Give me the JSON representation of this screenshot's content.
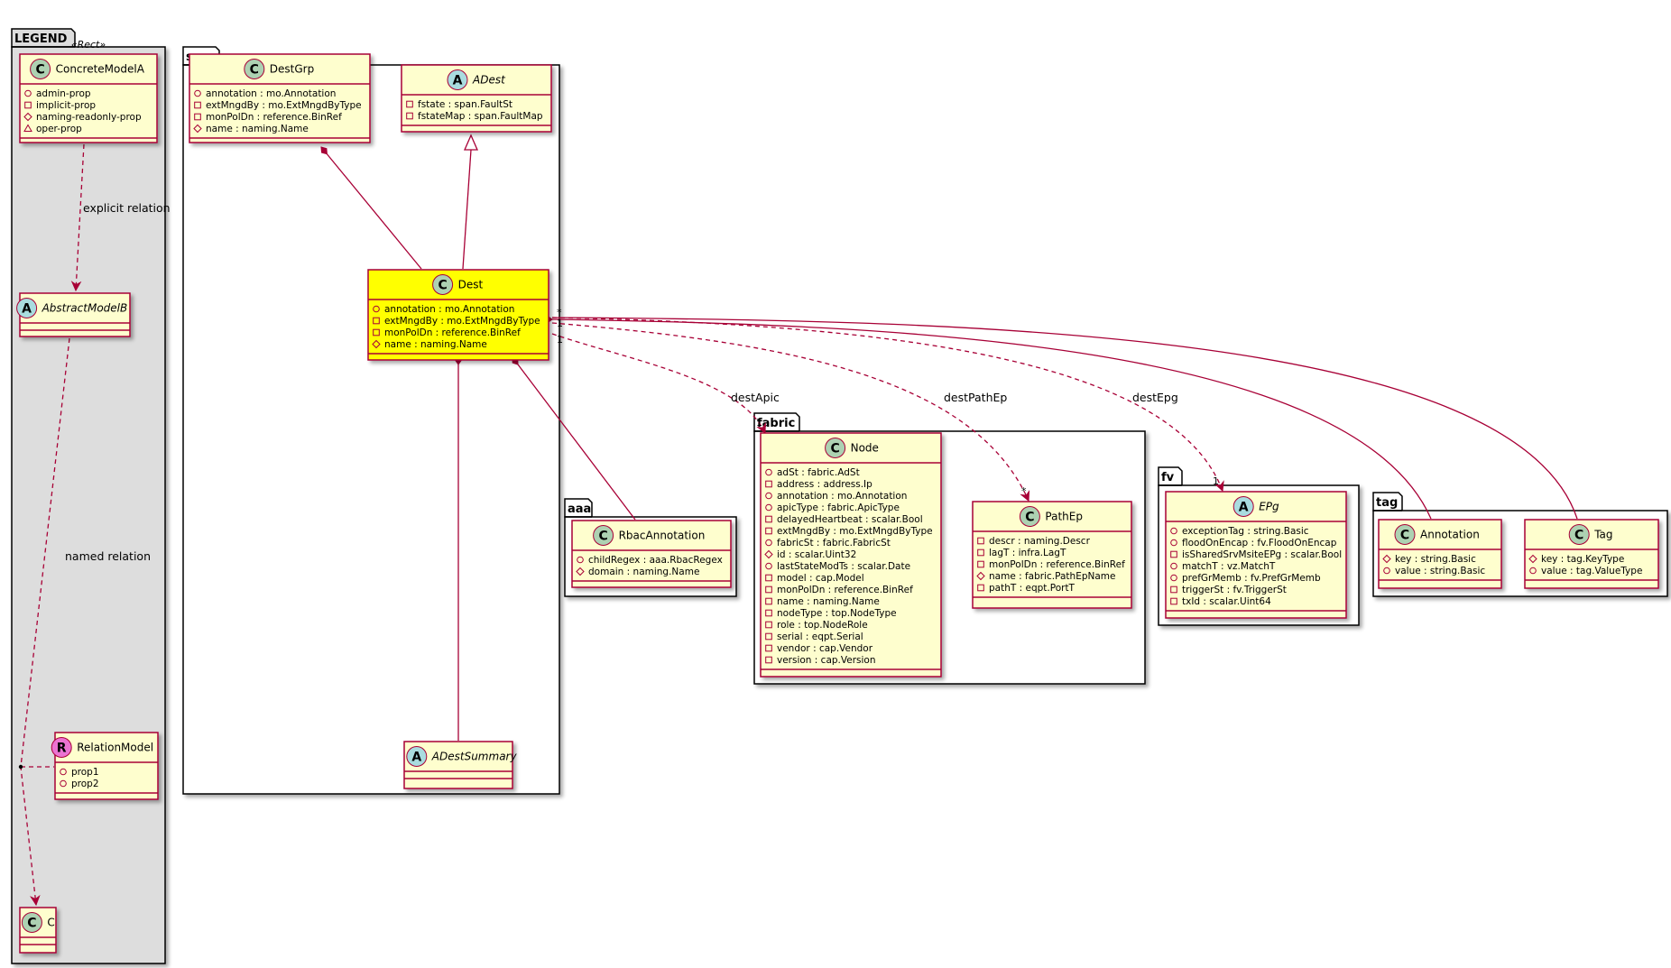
{
  "colors": {
    "class_fill": "#FEFECE",
    "class_border": "#A80036",
    "highlight_fill": "#FFFF00",
    "legend_fill": "#DDDDDD",
    "circle_class": "#ADD1B2",
    "circle_abstract": "#A9DCDF",
    "circle_relation": "#EB73D2",
    "edge": "#A80036"
  },
  "packages": {
    "legend": {
      "label": "LEGEND",
      "stereotype": "«Rect»"
    },
    "span": {
      "label": "span"
    },
    "aaa": {
      "label": "aaa"
    },
    "fabric": {
      "label": "fabric"
    },
    "fv": {
      "label": "fv"
    },
    "tag": {
      "label": "tag"
    }
  },
  "classes": {
    "concrete_model_a": {
      "name": "ConcreteModelA",
      "kind": "C",
      "attrs": [
        {
          "vis": "+",
          "text": "admin-prop"
        },
        {
          "vis": "-",
          "text": "implicit-prop"
        },
        {
          "vis": "#",
          "text": "naming-readonly-prop"
        },
        {
          "vis": "~",
          "text": "oper-prop"
        }
      ]
    },
    "abstract_model_b": {
      "name": "AbstractModelB",
      "kind": "A",
      "attrs": []
    },
    "relation_model": {
      "name": "RelationModel",
      "kind": "R",
      "attrs": [
        {
          "vis": "+",
          "text": "prop1"
        },
        {
          "vis": "+",
          "text": "prop2"
        }
      ]
    },
    "c": {
      "name": "C",
      "kind": "C",
      "attrs": []
    },
    "dest_grp": {
      "name": "DestGrp",
      "kind": "C",
      "attrs": [
        {
          "vis": "+",
          "text": "annotation : mo.Annotation"
        },
        {
          "vis": "-",
          "text": "extMngdBy : mo.ExtMngdByType"
        },
        {
          "vis": "-",
          "text": "monPolDn : reference.BinRef"
        },
        {
          "vis": "#",
          "text": "name : naming.Name"
        }
      ]
    },
    "a_dest": {
      "name": "ADest",
      "kind": "A",
      "attrs": [
        {
          "vis": "-",
          "text": "fstate : span.FaultSt"
        },
        {
          "vis": "-",
          "text": "fstateMap : span.FaultMap"
        }
      ]
    },
    "dest": {
      "name": "Dest",
      "kind": "C",
      "attrs": [
        {
          "vis": "+",
          "text": "annotation : mo.Annotation"
        },
        {
          "vis": "-",
          "text": "extMngdBy : mo.ExtMngdByType"
        },
        {
          "vis": "-",
          "text": "monPolDn : reference.BinRef"
        },
        {
          "vis": "#",
          "text": "name : naming.Name"
        }
      ]
    },
    "a_dest_summary": {
      "name": "ADestSummary",
      "kind": "A",
      "attrs": []
    },
    "rbac_annotation": {
      "name": "RbacAnnotation",
      "kind": "C",
      "attrs": [
        {
          "vis": "+",
          "text": "childRegex : aaa.RbacRegex"
        },
        {
          "vis": "#",
          "text": "domain : naming.Name"
        }
      ]
    },
    "node": {
      "name": "Node",
      "kind": "C",
      "attrs": [
        {
          "vis": "+",
          "text": "adSt : fabric.AdSt"
        },
        {
          "vis": "-",
          "text": "address : address.Ip"
        },
        {
          "vis": "+",
          "text": "annotation : mo.Annotation"
        },
        {
          "vis": "+",
          "text": "apicType : fabric.ApicType"
        },
        {
          "vis": "-",
          "text": "delayedHeartbeat : scalar.Bool"
        },
        {
          "vis": "-",
          "text": "extMngdBy : mo.ExtMngdByType"
        },
        {
          "vis": "+",
          "text": "fabricSt : fabric.FabricSt"
        },
        {
          "vis": "#",
          "text": "id : scalar.Uint32"
        },
        {
          "vis": "+",
          "text": "lastStateModTs : scalar.Date"
        },
        {
          "vis": "-",
          "text": "model : cap.Model"
        },
        {
          "vis": "-",
          "text": "monPolDn : reference.BinRef"
        },
        {
          "vis": "-",
          "text": "name : naming.Name"
        },
        {
          "vis": "-",
          "text": "nodeType : top.NodeType"
        },
        {
          "vis": "-",
          "text": "role : top.NodeRole"
        },
        {
          "vis": "-",
          "text": "serial : eqpt.Serial"
        },
        {
          "vis": "-",
          "text": "vendor : cap.Vendor"
        },
        {
          "vis": "-",
          "text": "version : cap.Version"
        }
      ]
    },
    "path_ep": {
      "name": "PathEp",
      "kind": "C",
      "attrs": [
        {
          "vis": "-",
          "text": "descr : naming.Descr"
        },
        {
          "vis": "-",
          "text": "lagT : infra.LagT"
        },
        {
          "vis": "-",
          "text": "monPolDn : reference.BinRef"
        },
        {
          "vis": "#",
          "text": "name : fabric.PathEpName"
        },
        {
          "vis": "-",
          "text": "pathT : eqpt.PortT"
        }
      ]
    },
    "epg": {
      "name": "EPg",
      "kind": "A",
      "attrs": [
        {
          "vis": "+",
          "text": "exceptionTag : string.Basic"
        },
        {
          "vis": "+",
          "text": "floodOnEncap : fv.FloodOnEncap"
        },
        {
          "vis": "-",
          "text": "isSharedSrvMsiteEPg : scalar.Bool"
        },
        {
          "vis": "+",
          "text": "matchT : vz.MatchT"
        },
        {
          "vis": "+",
          "text": "prefGrMemb : fv.PrefGrMemb"
        },
        {
          "vis": "-",
          "text": "triggerSt : fv.TriggerSt"
        },
        {
          "vis": "-",
          "text": "txId : scalar.Uint64"
        }
      ]
    },
    "annotation": {
      "name": "Annotation",
      "kind": "C",
      "attrs": [
        {
          "vis": "#",
          "text": "key : string.Basic"
        },
        {
          "vis": "+",
          "text": "value : string.Basic"
        }
      ]
    },
    "tag": {
      "name": "Tag",
      "kind": "C",
      "attrs": [
        {
          "vis": "#",
          "text": "key : tag.KeyType"
        },
        {
          "vis": "+",
          "text": "value : tag.ValueType"
        }
      ]
    }
  },
  "relations": {
    "explicit": "explicit relation",
    "named": "named relation",
    "dest_apic": "destApic",
    "dest_path_ep": "destPathEp",
    "dest_epg": "destEpg"
  },
  "multiplicities": {
    "star": "*",
    "one": "1"
  }
}
